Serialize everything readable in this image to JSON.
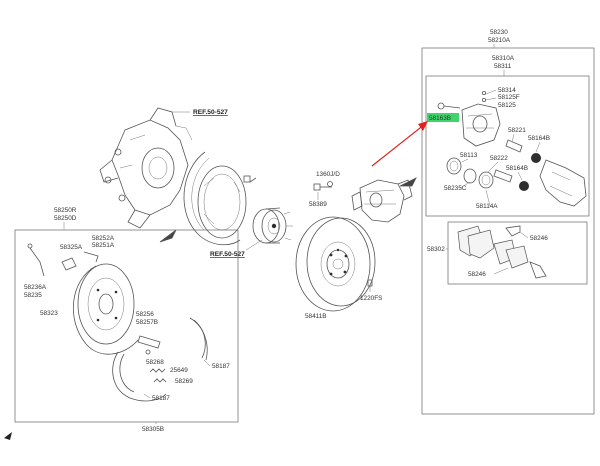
{
  "references": {
    "ref_knuckle": "REF.50-527",
    "ref_hub": "REF.50-527"
  },
  "caliper_group": {
    "top_numbers": [
      "58230",
      "58210A"
    ],
    "inner_number": "58310A",
    "sub_number": "58311",
    "highlighted_part": "58163B",
    "parts": [
      "58314",
      "58125F",
      "58125",
      "58221",
      "58164B",
      "58113",
      "58222",
      "58164B",
      "58235C",
      "58114A"
    ]
  },
  "pad_group": {
    "label": "58302",
    "parts": [
      "58246",
      "58246"
    ]
  },
  "center_parts": [
    "1360J/D",
    "58389",
    "58411B",
    "1220FS"
  ],
  "parking_brake_group": {
    "top_numbers": [
      "58250R",
      "58250D"
    ],
    "parts": [
      "58325A",
      "58252A",
      "58251A",
      "58236A",
      "58235",
      "58323",
      "58256",
      "58257B",
      "58268",
      "25649",
      "58269",
      "58187",
      "58187"
    ],
    "bottom_number": "58305B"
  },
  "arrow_color": "#e0231d",
  "highlight_color": "#3ed66b"
}
